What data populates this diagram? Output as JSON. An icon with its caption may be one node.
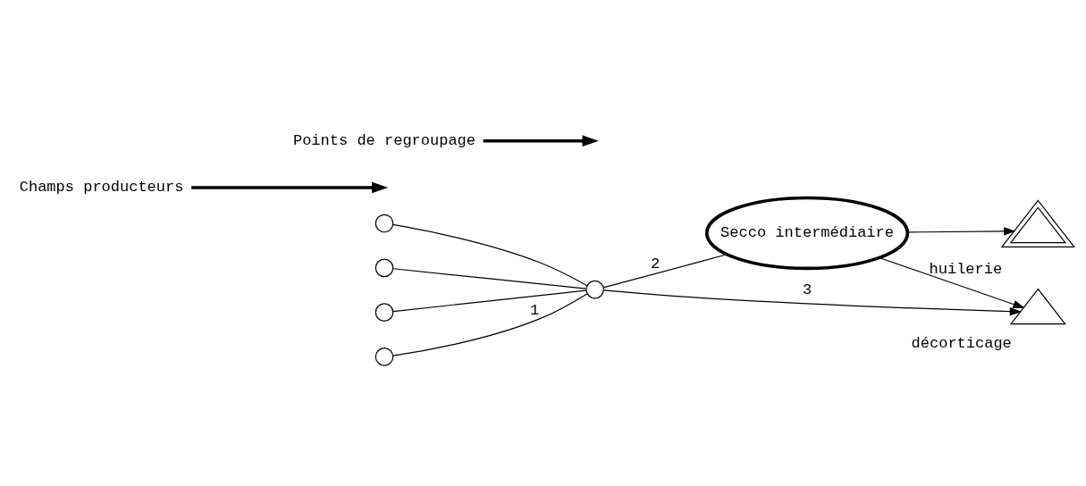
{
  "diagram": {
    "nodes": [
      {
        "text": [],
        "shape": "circle"
      },
      {
        "text": [],
        "shape": "circle"
      },
      {
        "text": [],
        "shape": "circle"
      },
      {
        "text": [],
        "shape": "circle"
      },
      {
        "text": [],
        "shape": "circle"
      },
      {
        "text": [
          "Secco intermédiaire"
        ]
      },
      {
        "text": [],
        "shape": "triangle",
        "beside": [
          "huilerie"
        ]
      },
      {
        "text": [],
        "shape": "triangle",
        "beside": [
          "décorticage"
        ]
      },
      {
        "text": [
          "Champs producteurs"
        ]
      },
      {
        "text": [
          "Points de regroupage"
        ]
      }
    ],
    "edges": [
      {
        "from": 0,
        "to": 4,
        "arrow": "none"
      },
      {
        "from": 1,
        "to": 4,
        "arrow": "none"
      },
      {
        "from": 2,
        "to": 4,
        "arrow": "none"
      },
      {
        "from": 3,
        "to": 4,
        "arrow": "none",
        "label": "1"
      },
      {
        "from": 4,
        "to": 5,
        "arrow": "none",
        "label": "2"
      },
      {
        "from": 4,
        "to": 7,
        "arrow": "to",
        "label": "3"
      },
      {
        "from": 5,
        "to": 6,
        "arrow": "to"
      },
      {
        "from": 5,
        "to": 7,
        "arrow": "to"
      },
      {
        "from": 8,
        "to": null,
        "arrow": "to",
        "style": "thick"
      },
      {
        "from": 9,
        "to": null,
        "arrow": "to",
        "style": "thick"
      }
    ]
  }
}
